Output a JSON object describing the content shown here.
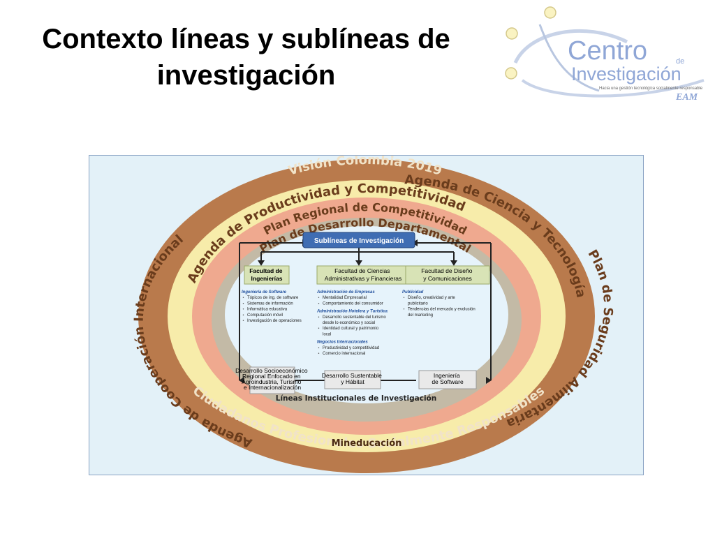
{
  "title": "Contexto líneas y sublíneas de investigación",
  "logo": {
    "name_line1": "Centro",
    "name_de": "de",
    "name_line2": "Investigación",
    "tagline": "Hacia una gestión tecnológica socialmente responsable",
    "institution": "EAM"
  },
  "diagram": {
    "rings": {
      "vision": "Visión Colombia 2019",
      "agenda_productividad": "Agenda de Productividad y Competitividad",
      "agenda_ciencia": "Agenda de Ciencia y Tecnología",
      "cooperacion": "Agenda de Cooperación Internacional",
      "seguridad": "Plan de Seguridad Alimentaria",
      "ciudadanos": "Ciudadanos Profesionales Socialmente Responsables",
      "plan_regional": "Plan Regional de Competitividad",
      "plan_departamental": "Plan de Desarrollo Departamental",
      "mineducacion": "Mineducación"
    },
    "sublineas_header": "Sublíneas de Investigación",
    "faculties": [
      {
        "title_lines": [
          "Facultad de",
          "Ingenierías"
        ],
        "groups": [
          {
            "name": "Ingeniería de Software",
            "items": [
              "Tópicos de ing. de software",
              "Sistemas de información",
              "Informática educativa",
              "Computación móvil",
              "Investigación de operaciones"
            ]
          }
        ]
      },
      {
        "title_lines": [
          "Facultad de Ciencias",
          "Administrativas y Financieras"
        ],
        "groups": [
          {
            "name": "Administración de Empresas",
            "items": [
              "Mentalidad Empresarial",
              "Comportamiento del consumidor"
            ]
          },
          {
            "name": "Administración Hotelera y Turística",
            "items": [
              "Desarrollo sustentable del turismo desde lo económico y social",
              "Identidad cultural y patrimonio local"
            ]
          },
          {
            "name": "Negocios Internacionales",
            "items": [
              "Productividad y competitividad",
              "Comercio internacional"
            ]
          }
        ]
      },
      {
        "title_lines": [
          "Facultad de  Diseño",
          "y Comunicaciones"
        ],
        "groups": [
          {
            "name": "Publicidad",
            "items": [
              "Diseño, creatividad y arte publicitario",
              "Tendencias del mercado y evolución del marketing"
            ]
          }
        ]
      }
    ],
    "lineas_institucionales": [
      {
        "lines": [
          "Desarrollo Socioeconómico",
          "Regional Enfocado en",
          "Agroindustria, Turismo",
          "e Internacionalización"
        ]
      },
      {
        "lines": [
          "Desarrollo Sustentable",
          "y Hábitat"
        ]
      },
      {
        "lines": [
          "Ingeniería",
          "de Software"
        ]
      }
    ],
    "lineas_label": "Líneas Institucionales de Investigación",
    "colors": {
      "outer_ring": "#b97a4c",
      "yellow_ring": "#f7ecaa",
      "salmon_ring": "#efa98f",
      "gray_ring": "#c3baa6",
      "inner": "#e6f3fb",
      "header_box": "#3f6db3",
      "faculty_box": "#d8e3b6",
      "bottom_box": "#e9e9e9"
    }
  }
}
